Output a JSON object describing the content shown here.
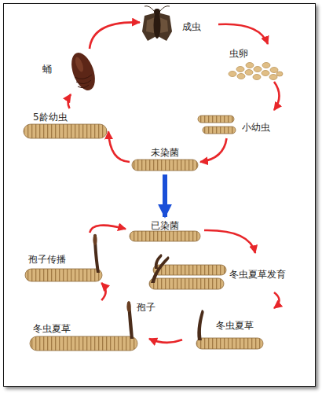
{
  "diagram": {
    "nodes": [
      {
        "text": [
          "成虫"
        ]
      },
      {
        "text": [
          "虫卵"
        ]
      },
      {
        "text": [
          "小幼虫"
        ]
      },
      {
        "text": [
          "未染菌"
        ]
      },
      {
        "text": [
          "5龄幼虫"
        ]
      },
      {
        "text": [
          "蛹"
        ]
      },
      {
        "text": [
          "已染菌"
        ]
      },
      {
        "text": [
          "冬虫夏草发育"
        ]
      },
      {
        "text": [
          "冬虫夏草"
        ]
      },
      {
        "text": [
          "冬虫夏草"
        ]
      },
      {
        "text": [
          "孢子传播"
        ]
      }
    ],
    "edges": [
      {
        "from": 0,
        "to": 1,
        "arrow": "to"
      },
      {
        "from": 1,
        "to": 2,
        "arrow": "to"
      },
      {
        "from": 2,
        "to": 3,
        "arrow": "to"
      },
      {
        "from": 3,
        "to": 4,
        "arrow": "to"
      },
      {
        "from": 4,
        "to": 5,
        "arrow": "to"
      },
      {
        "from": 5,
        "to": 0,
        "arrow": "to"
      },
      {
        "from": 3,
        "to": 6,
        "arrow": "to"
      },
      {
        "from": 6,
        "to": 7,
        "arrow": "to"
      },
      {
        "from": 7,
        "to": 8,
        "arrow": "to"
      },
      {
        "from": 8,
        "to": 9,
        "arrow": "to"
      },
      {
        "from": 9,
        "to": 10,
        "arrow": "to"
      },
      {
        "from": 10,
        "to": 6,
        "arrow": "to"
      }
    ],
    "labels": [
      "孢子"
    ]
  }
}
